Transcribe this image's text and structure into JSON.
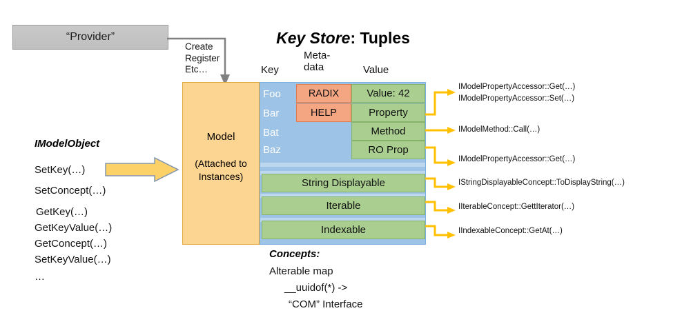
{
  "colors": {
    "provider_fill": "#c4c4c4",
    "model_fill": "#fcd592",
    "keystore_fill": "#9dc3e6",
    "stripe_fill": "#bdd7ee",
    "metadata_fill": "#f4a582",
    "value_fill": "#a9ce8f",
    "arrow_amber": "#ffc000",
    "connector_gray": "#808080",
    "block_arrow_fill": "#fbd168"
  },
  "title": {
    "emphasis": "Key Store",
    "rest": ": Tuples"
  },
  "provider": {
    "label": "“Provider”",
    "connector_label": "Create\nRegister\nEtc…"
  },
  "columns": {
    "key": "Key",
    "metadata": "Meta-\ndata",
    "value": "Value"
  },
  "model": {
    "label": "Model",
    "sublabel": "(Attached to\nInstances)"
  },
  "keys": [
    "Foo",
    "Bar",
    "Bat",
    "Baz"
  ],
  "metadata_cells": [
    "RADIX",
    "HELP"
  ],
  "value_cells": [
    "Value: 42",
    "Property",
    "Method",
    "RO Prop"
  ],
  "concept_bars": [
    "String Displayable",
    "Iterable",
    "Indexable"
  ],
  "imodelobject": {
    "title": "IModelObject",
    "methods": [
      "SetKey(…)",
      "SetConcept(…)",
      "GetKey(…)",
      "GetKeyValue(…)",
      "GetConcept(…)",
      "SetKeyValue(…)",
      "…"
    ]
  },
  "callouts": [
    "IModelPropertyAccessor::Get(…)",
    "IModelPropertyAccessor::Set(…)",
    "IModelMethod::Call(…)",
    "IModelPropertyAccessor::Get(…)",
    "IStringDisplayableConcept::ToDisplayString(…)",
    "IIterableConcept::GettIterator(…)",
    "IIndexableConcept::GetAt(…)"
  ],
  "concepts_footer": {
    "title": "Concepts:",
    "lines": [
      "Alterable map",
      "__uuidof(*) ->",
      "“COM” Interface"
    ]
  }
}
